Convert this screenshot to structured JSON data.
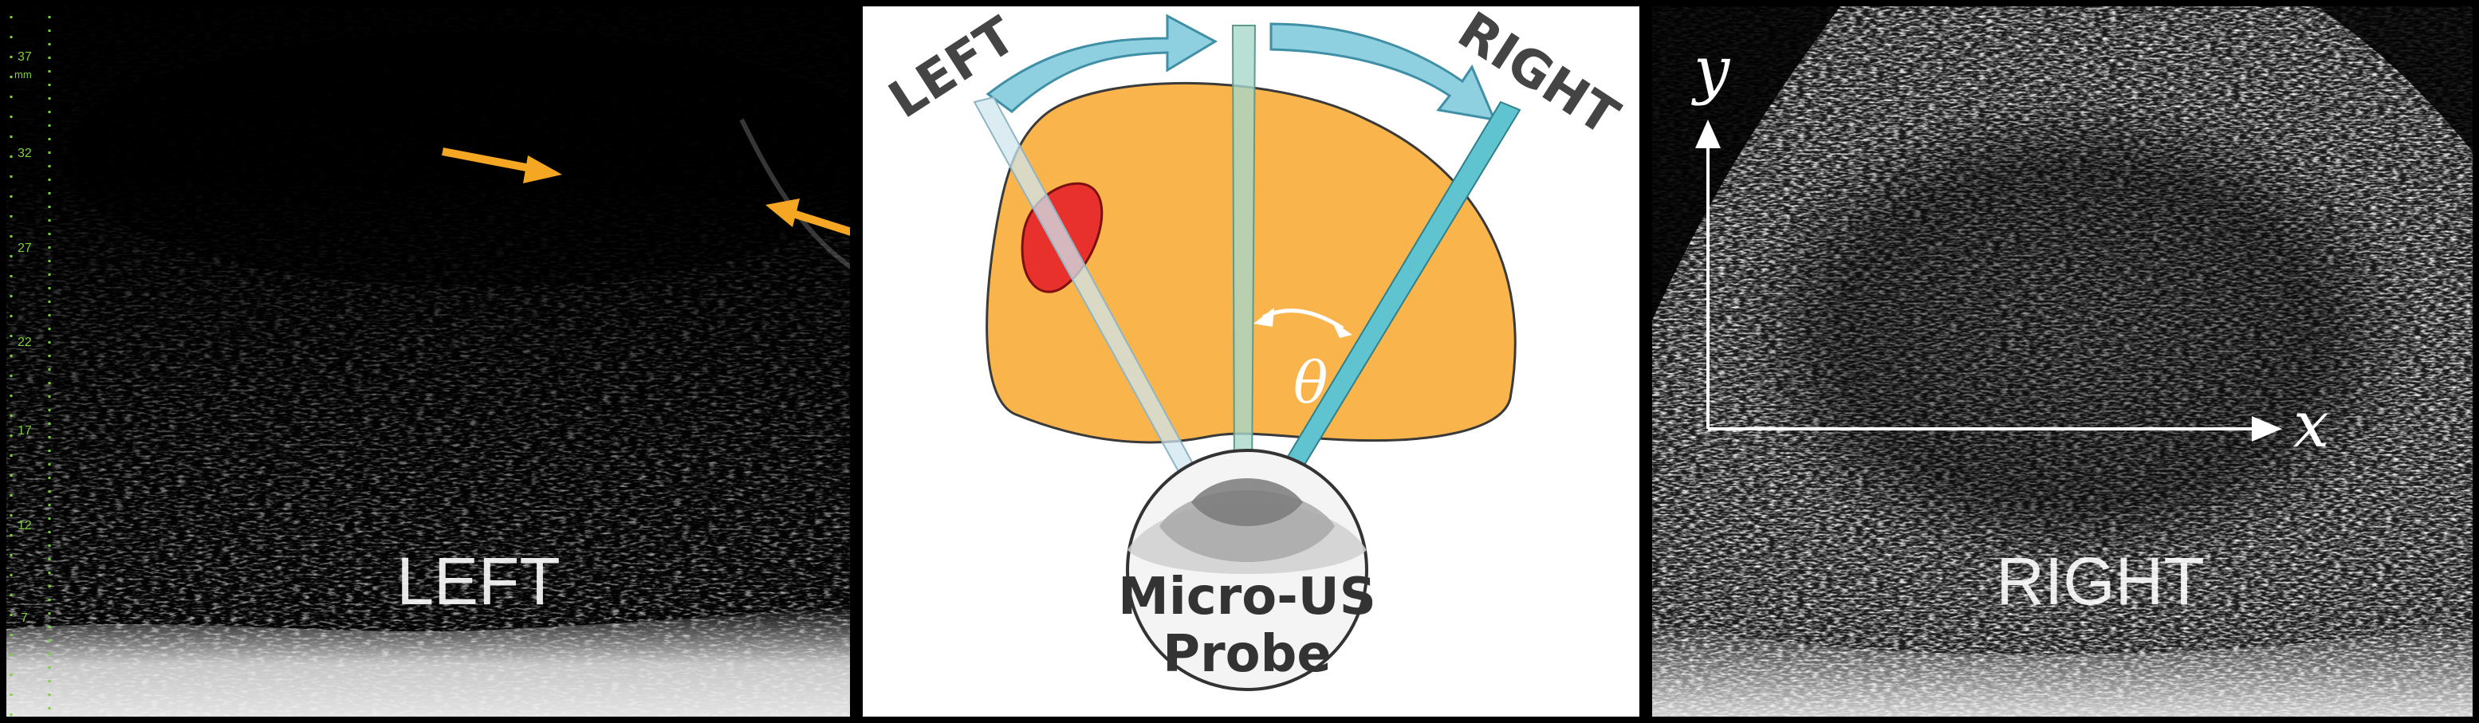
{
  "left_image": {
    "label": "LEFT",
    "depth_unit": "mm",
    "depth_ticks": [
      "37",
      "32",
      "27",
      "22",
      "17",
      "12",
      "7"
    ],
    "arrow_color": "#f5a623"
  },
  "diagram": {
    "label_left": "LEFT",
    "label_right": "RIGHT",
    "angle_symbol": "θ",
    "probe_line1": "Micro-US",
    "probe_line2": "Probe",
    "colors": {
      "gland": "#f9b44c",
      "lesion": "#e8302c",
      "plane_left": "#cfe6ef",
      "plane_center": "#a9d7c9",
      "plane_right": "#5fc4d0",
      "sweep_arrow": "#8fd0e0"
    }
  },
  "right_image": {
    "label": "RIGHT",
    "axis_x": "x",
    "axis_y": "y"
  }
}
